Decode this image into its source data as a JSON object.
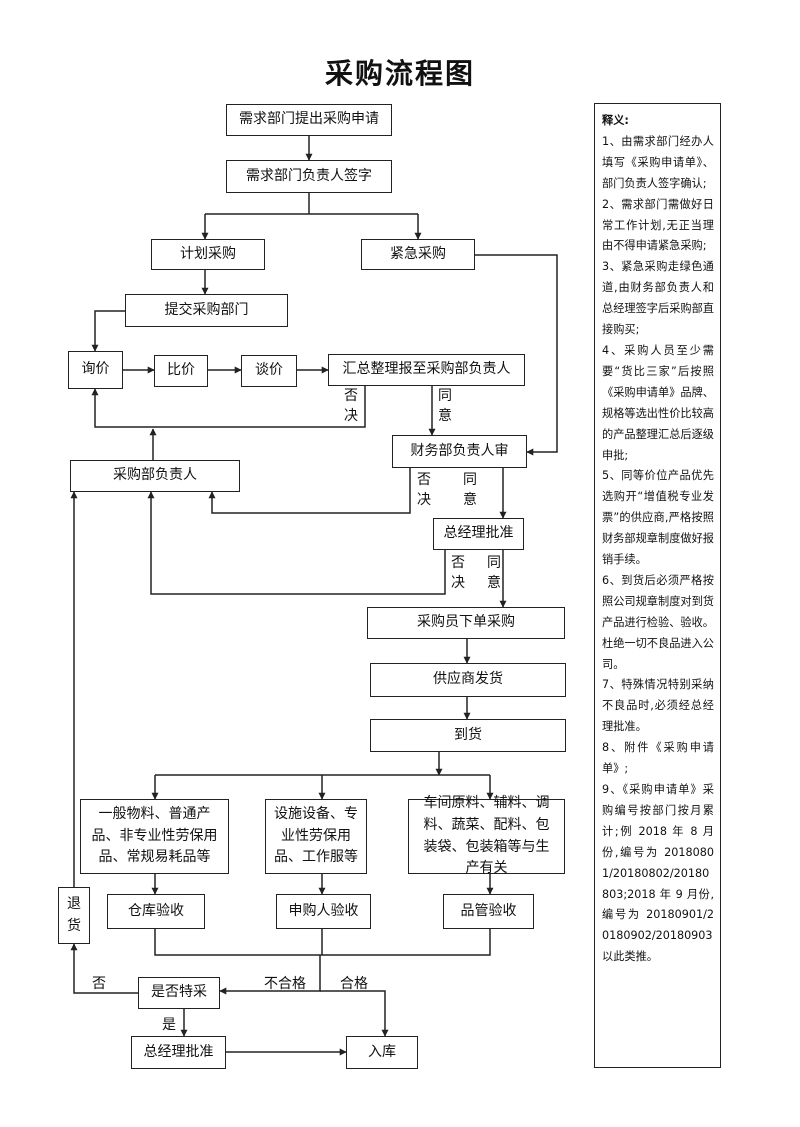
{
  "title": "采购流程图",
  "nodes": {
    "request": "需求部门提出采购申请",
    "dept_sign": "需求部门负责人签字",
    "planned": "计划采购",
    "urgent": "紧急采购",
    "submit": "提交采购部门",
    "inquiry": "询价",
    "compare": "比价",
    "negotiate": "谈价",
    "summary": "汇总整理报至采购部负责人",
    "purchase_head": "采购部负责人",
    "finance_review": "财务部负责人审",
    "gm_approve": "总经理批准",
    "order": "采购员下单采购",
    "supplier_ship": "供应商发货",
    "arrival": "到货",
    "cat_general": "一般物料、普通产品、非专业性劳保用品、常规易耗品等",
    "cat_equipment": "设施设备、专业性劳保用品、工作服等",
    "cat_production": "车间原料、辅料、调料、蔬菜、配料、包装袋、包装箱等与生产有关",
    "warehouse_check": "仓库验收",
    "applicant_check": "申购人验收",
    "qc_check": "品管验收",
    "return": "退货",
    "special": "是否特采",
    "gm_approve_2": "总经理批准",
    "storage": "入库"
  },
  "labels": {
    "reject": "否决",
    "agree": "同意",
    "no": "否",
    "yes": "是",
    "unqualified": "不合格",
    "qualified": "合格"
  },
  "notes": {
    "heading": "释义:",
    "items": [
      "1、由需求部门经办人填写《采购申请单》、部门负责人签字确认;",
      "2、需求部门需做好日常工作计划,无正当理由不得申请紧急采购;",
      "3、紧急采购走绿色通道,由财务部负责人和总经理签字后采购部直接购买;",
      "4、采购人员至少需要“货比三家”后按照《采购申请单》品牌、规格等选出性价比较高的产品整理汇总后逐级申批;",
      "5、同等价位产品优先选购开“增值税专业发票”的供应商,严格按照财务部规章制度做好报销手续。",
      "6、到货后必须严格按照公司规章制度对到货产品进行检验、验收。杜绝一切不良品进入公司。",
      "7、特殊情况特别采纳不良品时,必须经总经理批准。",
      "8、附件《采购申请单》;",
      "9、《采购申请单》采购编号按部门按月累计;例 2018 年 8 月份,编号为 20180801/20180802/20180803;2018 年 9 月份,编号为 20180901/20180902/20180903 以此类推。"
    ]
  }
}
